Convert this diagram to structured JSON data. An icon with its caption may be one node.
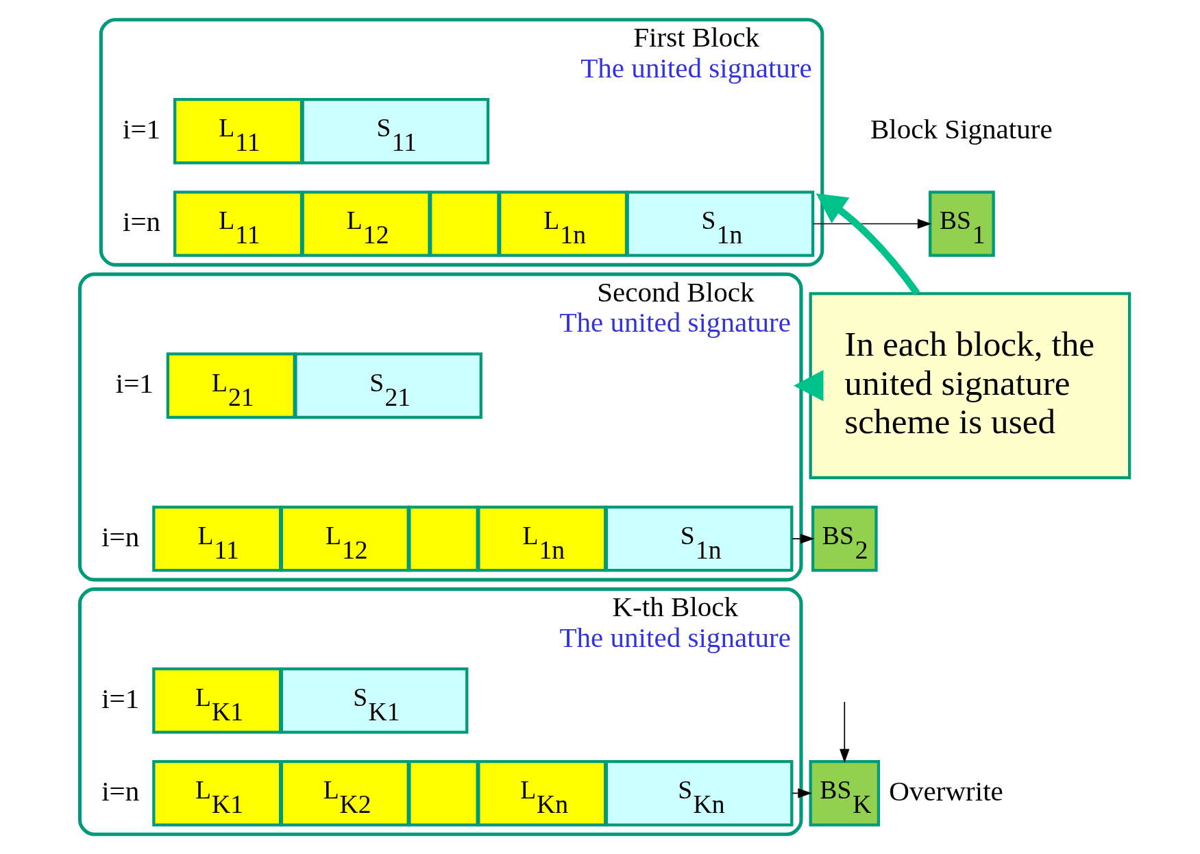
{
  "diagram": {
    "nodes": [
      {
        "text": [
          "First Block",
          "The united signature"
        ]
      },
      {
        "text": [
          "L$_{11}$"
        ],
        "in": 0
      },
      {
        "text": [
          "S$_{11}$"
        ],
        "in": 0
      },
      {
        "text": [
          "L$_{11}$"
        ],
        "in": 0
      },
      {
        "text": [
          "L$_{12}$"
        ],
        "in": 0
      },
      {
        "text": [],
        "shape": "box",
        "in": 0
      },
      {
        "text": [
          "L$_{1n}$"
        ],
        "in": 0
      },
      {
        "text": [
          "S$_{1n}$"
        ],
        "in": 0
      },
      {
        "text": [
          "Second Block",
          "The united signature"
        ]
      },
      {
        "text": [
          "L$_{21}$"
        ],
        "in": 8
      },
      {
        "text": [
          "S$_{21}$"
        ],
        "in": 8
      },
      {
        "text": [
          "L$_{11}$"
        ],
        "in": 8
      },
      {
        "text": [
          "L$_{12}$"
        ],
        "in": 8
      },
      {
        "text": [],
        "shape": "box",
        "in": 8
      },
      {
        "text": [
          "L$_{1n}$"
        ],
        "in": 8
      },
      {
        "text": [
          "S$_{1n}$"
        ],
        "in": 8
      },
      {
        "text": [
          "K-th Block",
          "The united signature"
        ]
      },
      {
        "text": [
          "L$_{K1}$"
        ],
        "in": 16
      },
      {
        "text": [
          "S$_{K1}$"
        ],
        "in": 16
      },
      {
        "text": [
          "L$_{K1}$"
        ],
        "in": 16
      },
      {
        "text": [
          "L$_{K2}$"
        ],
        "in": 16
      },
      {
        "text": [],
        "shape": "box",
        "in": 16
      },
      {
        "text": [
          "L$_{Kn}$"
        ],
        "in": 16
      },
      {
        "text": [
          "S$_{Kn}$"
        ],
        "in": 16
      },
      {
        "text": [
          "BS$_{1}$"
        ]
      },
      {
        "text": [
          "BS$_{2}$"
        ]
      },
      {
        "text": [
          "BS$_{K}$"
        ]
      },
      {
        "text": [
          "In each block, the united signature scheme is used"
        ]
      }
    ],
    "edges": [
      {
        "from": 7,
        "to": 24,
        "arrow": "to"
      },
      {
        "from": 15,
        "to": 25,
        "arrow": "to"
      },
      {
        "from": 23,
        "to": 26,
        "arrow": "to"
      },
      {
        "from": null,
        "to": 26,
        "arrow": "to"
      },
      {
        "from": 27,
        "to": 0,
        "arrow": "to",
        "style": "thick",
        "color": "#00c08b"
      },
      {
        "from": 27,
        "to": 8,
        "arrow": "to",
        "style": "thick",
        "color": "#00c08b"
      }
    ],
    "labels": [
      "Block Signature",
      "i=1",
      "i=n",
      "i=1",
      "i=n",
      "i=1",
      "i=n",
      "Overwrite"
    ]
  }
}
